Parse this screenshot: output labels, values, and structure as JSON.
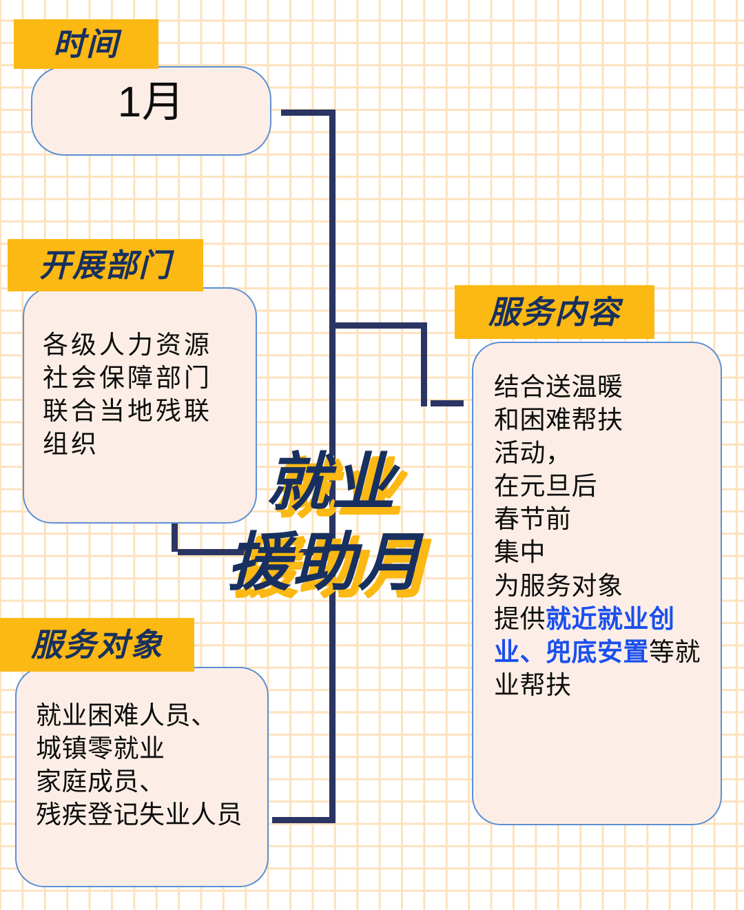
{
  "meta": {
    "title": "就业援助月",
    "palette": {
      "yellow": "#fcb813",
      "navy": "#17305f",
      "card_fill": "#fceee6",
      "card_border": "#5b8fd4",
      "grid_line": "#fde2bd",
      "highlight_blue": "#1a4fee",
      "connector": "#2b3563"
    }
  },
  "center_title": {
    "line1": "就业",
    "line2": "援助月"
  },
  "nodes": {
    "time": {
      "tag": "时间",
      "body": "1月"
    },
    "department": {
      "tag": "开展部门",
      "body": "各级人力资源\n社会保障部门\n联合当地残联\n组织"
    },
    "audience": {
      "tag": "服务对象",
      "body": "就业困难人员、\n城镇零就业\n家庭成员、\n残疾登记失业人员"
    },
    "content": {
      "tag": "服务内容",
      "body_before": "结合送温暖\n和困难帮扶\n活动，\n在元旦后\n春节前\n集中\n为服务对象\n提供",
      "body_highlight": "就近就业创业、兜底安置",
      "body_after": "等就业帮扶"
    }
  }
}
